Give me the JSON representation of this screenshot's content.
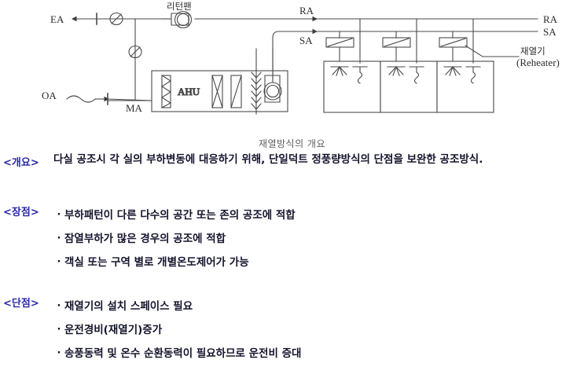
{
  "diagram": {
    "caption": "재열방식의 개요",
    "labels": {
      "ea": "EA",
      "oa": "OA",
      "ma": "MA",
      "ahu": "AHU",
      "return_fan": "리턴팬",
      "ra_left": "RA",
      "sa_left": "SA",
      "ra_right": "RA",
      "sa_right": "SA",
      "reheater_kr": "재열기",
      "reheater_en": "(Reheater)"
    },
    "components": [
      {
        "name": "exhaust-air-damper",
        "type": "damper"
      },
      {
        "name": "relief-damper",
        "type": "damper"
      },
      {
        "name": "return-fan",
        "type": "fan"
      },
      {
        "name": "mixing-box",
        "type": "junction"
      },
      {
        "name": "air-handling-unit",
        "type": "ahu"
      },
      {
        "name": "filter",
        "type": "filter"
      },
      {
        "name": "cooling-coil",
        "type": "coil"
      },
      {
        "name": "preheat-coil",
        "type": "coil"
      },
      {
        "name": "heating-coil",
        "type": "coil"
      },
      {
        "name": "supply-fan",
        "type": "fan"
      },
      {
        "name": "reheater-1",
        "type": "reheater"
      },
      {
        "name": "reheater-2",
        "type": "reheater"
      },
      {
        "name": "reheater-3",
        "type": "reheater"
      },
      {
        "name": "zone-room-1",
        "type": "room"
      },
      {
        "name": "zone-room-2",
        "type": "room"
      },
      {
        "name": "zone-room-3",
        "type": "room"
      }
    ]
  },
  "sections": {
    "overview": {
      "head": "<개요>",
      "line": "다실 공조시 각 실의 부하변동에 대응하기 위해, 단일덕트 정풍량방식의 단점을 보완한 공조방식."
    },
    "pros": {
      "head": "<장점>",
      "bullet": "·",
      "items": [
        "부하패턴이 다른 다수의 공간 또는 존의 공조에 적합",
        "잠열부하가 많은 경우의 공조에 적합",
        "객실 또는 구역 별로 개별온도제어가 가능"
      ]
    },
    "cons": {
      "head": "<단점>",
      "bullet": "·",
      "items": [
        "재열기의 설치 스페이스 필요",
        "운전경비(재열기)증가",
        "송풍동력 및 온수 순환동력이 필요하므로 운전비 증대"
      ]
    }
  },
  "colors": {
    "header_blue": "#2a2aa8",
    "body_navy": "#15152e",
    "caption_gray": "#5f5f63",
    "line_gray": "#4a4a4a"
  }
}
